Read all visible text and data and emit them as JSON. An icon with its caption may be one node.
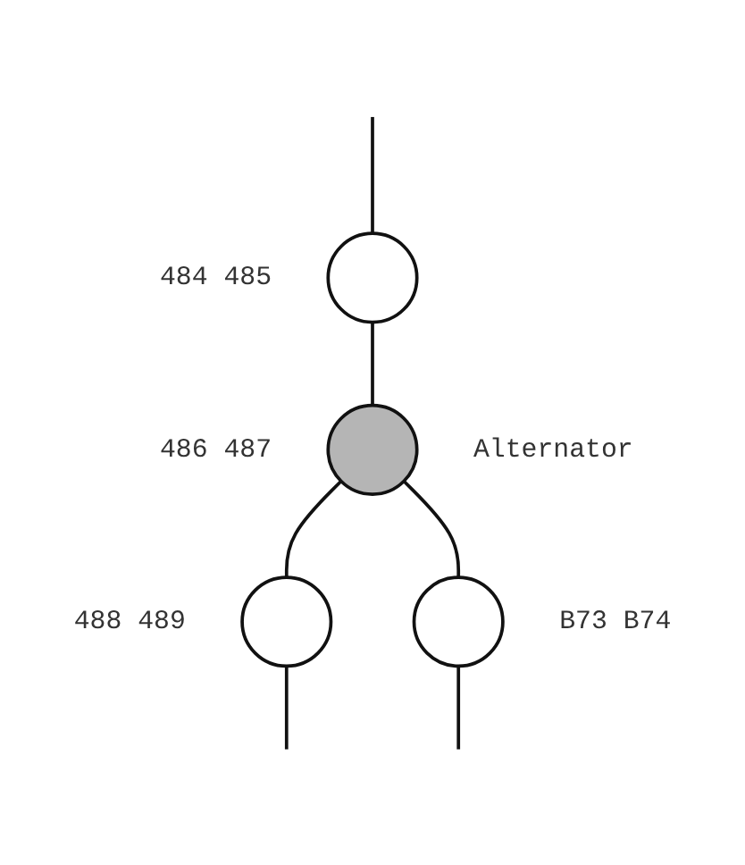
{
  "diagram": {
    "nodes": [
      {
        "text": [],
        "shape": "circle",
        "beside": [
          "484 485"
        ]
      },
      {
        "text": [],
        "shape": "circle",
        "beside": [
          "486 487",
          "Alternator"
        ]
      },
      {
        "text": [],
        "shape": "circle",
        "beside": [
          "488 489"
        ]
      },
      {
        "text": [],
        "shape": "circle",
        "beside": [
          "B73 B74"
        ]
      }
    ],
    "edges": [
      {
        "from": null,
        "to": 0,
        "arrow": "none"
      },
      {
        "from": 0,
        "to": 1,
        "arrow": "none"
      },
      {
        "from": 1,
        "to": 2,
        "arrow": "none"
      },
      {
        "from": 1,
        "to": 3,
        "arrow": "none"
      },
      {
        "from": 2,
        "to": null,
        "arrow": "none"
      },
      {
        "from": 3,
        "to": null,
        "arrow": "none"
      }
    ]
  }
}
